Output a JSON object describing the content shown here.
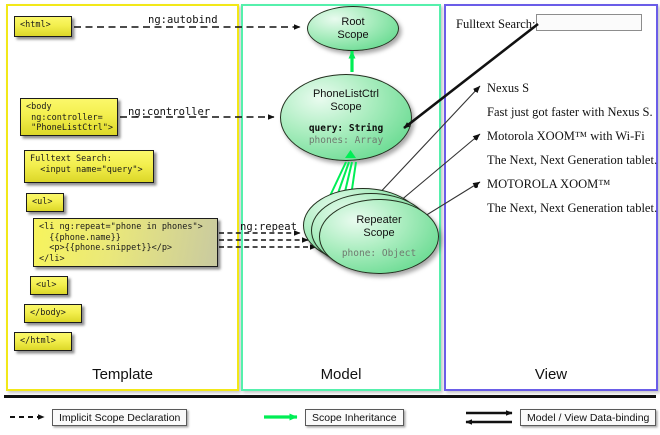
{
  "panels": [
    {
      "key": "template",
      "label": "Template",
      "border_color": "#f2e818"
    },
    {
      "key": "model",
      "label": "Model",
      "border_color": "#55f0ac"
    },
    {
      "key": "view",
      "label": "View",
      "border_color": "#6a5de8"
    }
  ],
  "template": {
    "boxes": [
      {
        "name": "html-open",
        "code": "<html>"
      },
      {
        "name": "body-open",
        "code": "<body\n ng:controller=\n \"PhoneListCtrl\">"
      },
      {
        "name": "fulltext-search",
        "code": "Fulltext Search:\n  <input name=\"query\">"
      },
      {
        "name": "ul-open",
        "code": "<ul>"
      },
      {
        "name": "li-repeat",
        "code": "<li ng:repeat=\"phone in phones\">\n  {{phone.name}}\n  <p>{{phone.snippet}}</p>\n</li>"
      },
      {
        "name": "ul-close",
        "code": "<ul>"
      },
      {
        "name": "body-close",
        "code": "</body>"
      },
      {
        "name": "html-close",
        "code": "</html>"
      }
    ]
  },
  "model": {
    "scopes": [
      {
        "name": "root-scope",
        "title_line1": "Root",
        "title_line2": "Scope",
        "members": []
      },
      {
        "name": "phonelistctrl-scope",
        "title_line1": "PhoneListCtrl",
        "title_line2": "Scope",
        "members": [
          {
            "text": "query: String",
            "style": "bold"
          },
          {
            "text": "phones: Array",
            "style": "dim"
          }
        ]
      },
      {
        "name": "repeater-scope",
        "title_line1": "Repeater",
        "title_line2": "Scope",
        "members": [
          {
            "text": "phone: Object",
            "style": "dim"
          }
        ],
        "stack_count": 3
      }
    ]
  },
  "view": {
    "search_label": "Fulltext Search:",
    "search_value": "",
    "search_placeholder": "",
    "items": [
      {
        "title": "Nexus S",
        "snippet": "Fast just got faster with Nexus S."
      },
      {
        "title": "Motorola XOOM™  with Wi-Fi",
        "snippet": "The Next, Next Generation tablet."
      },
      {
        "title": "MOTOROLA XOOM™",
        "snippet": "The Next, Next Generation tablet."
      }
    ]
  },
  "connectors": {
    "autobind": "ng:autobind",
    "controller": "ng:controller",
    "repeat": "ng:repeat"
  },
  "legend": [
    {
      "name": "implicit-scope-declaration",
      "label": "Implicit Scope Declaration",
      "arrow": "dashed-black"
    },
    {
      "name": "scope-inheritance",
      "label": "Scope Inheritance",
      "arrow": "solid-green"
    },
    {
      "name": "model-view-data-binding",
      "label": "Model / View Data-binding",
      "arrow": "double-black"
    }
  ],
  "colors": {
    "template_border": "#f2e818",
    "model_border": "#55f0ac",
    "view_border": "#6a5de8",
    "scope_green": "#71dd97",
    "inheritance_green": "#00ee55",
    "code_yellow": "#f3ef4e"
  }
}
